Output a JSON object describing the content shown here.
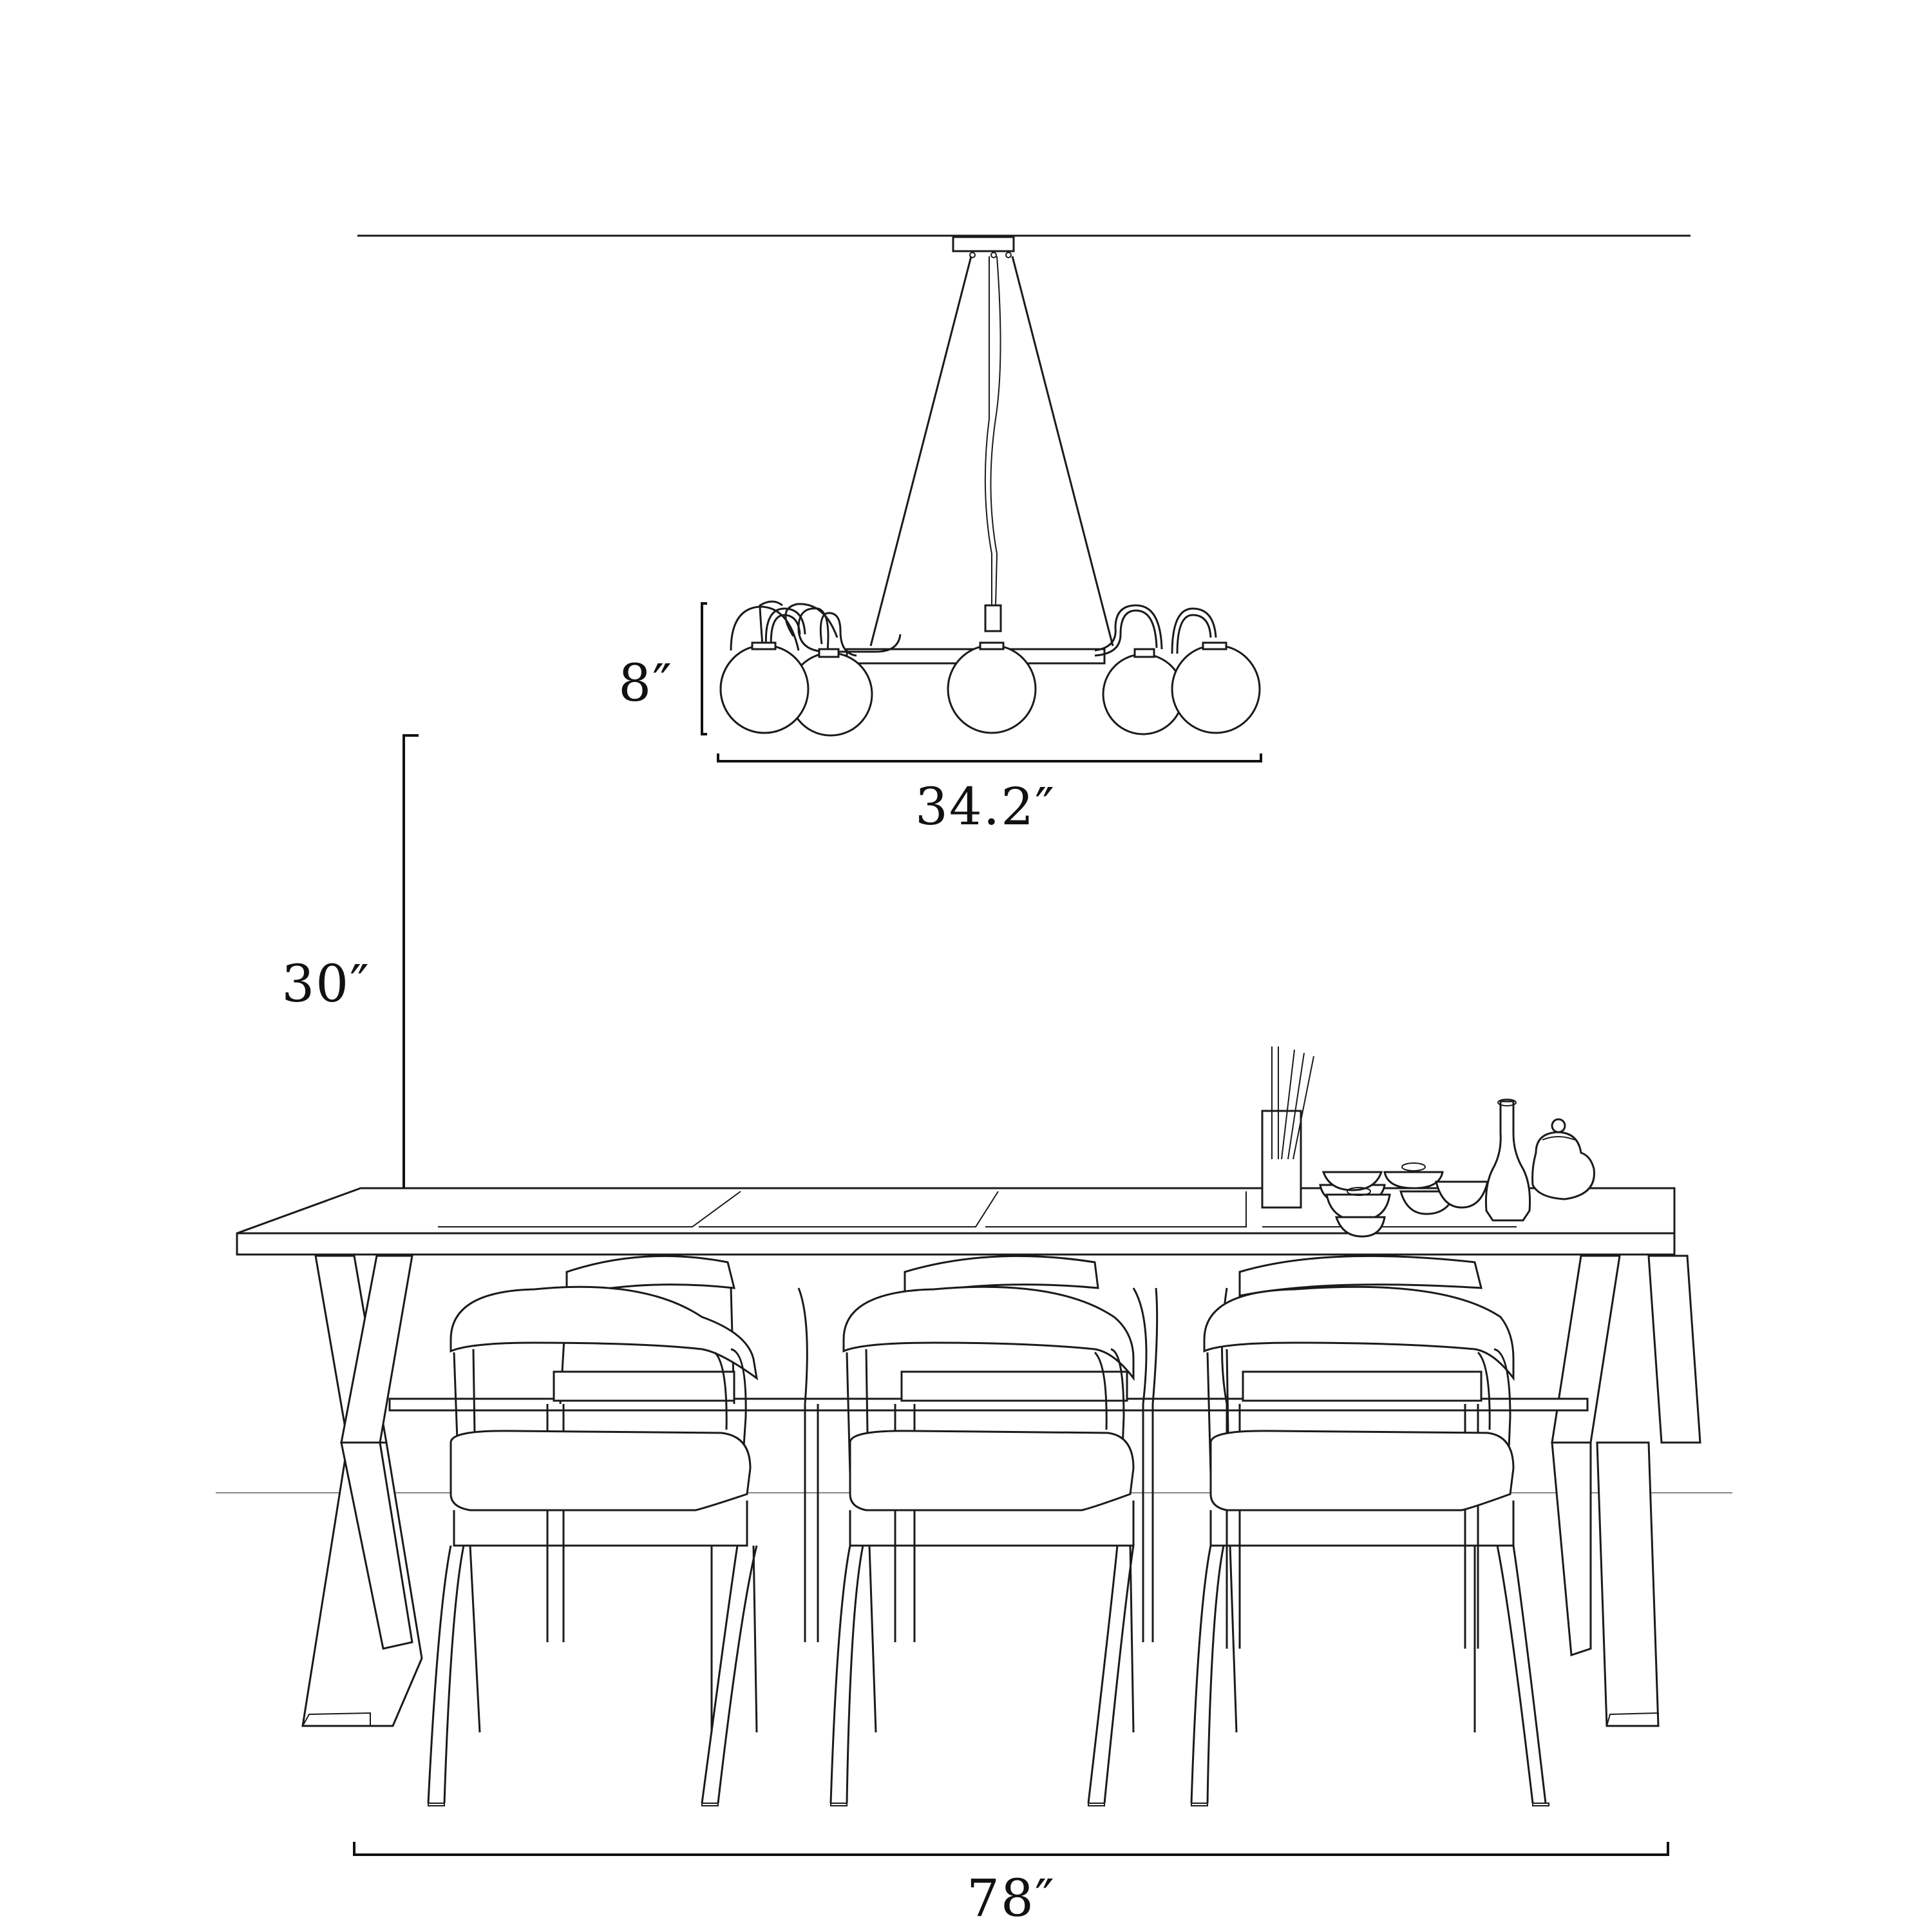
{
  "dimensions": {
    "fixture_height": "8″",
    "fixture_width": "34.2″",
    "hang_clearance": "30″",
    "table_length": "78″"
  }
}
